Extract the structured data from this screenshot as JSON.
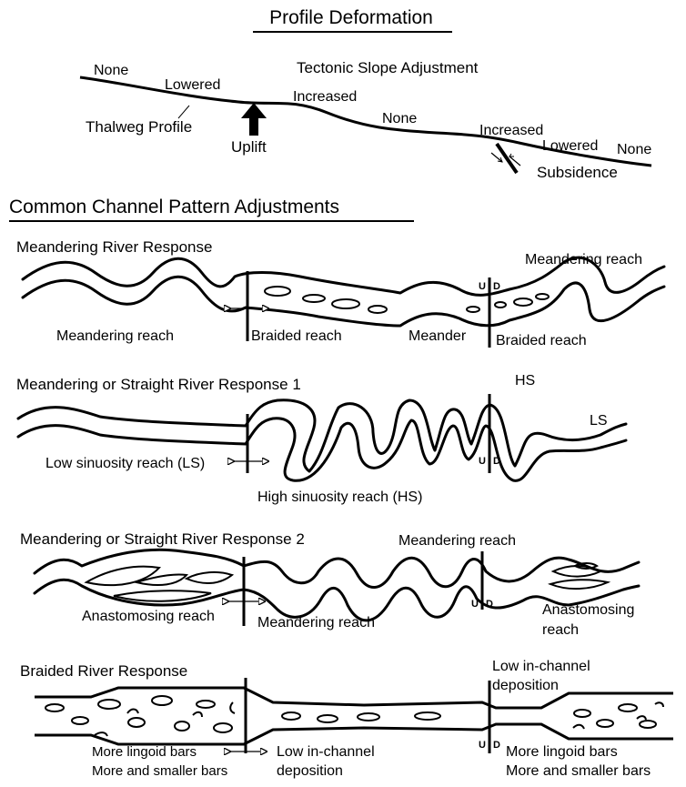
{
  "profile": {
    "heading": "Profile Deformation",
    "labels": {
      "none_left": "None",
      "lowered_left": "Lowered",
      "tectonic_slope": "Tectonic Slope Adjustment",
      "increased_mid": "Increased",
      "thalweg": "Thalweg Profile",
      "uplift": "Uplift",
      "none_mid": "None",
      "increased_right": "Increased",
      "lowered_right": "Lowered",
      "none_right": "None",
      "subsidence": "Subsidence"
    }
  },
  "channel_section": {
    "heading": "Common Channel Pattern Adjustments"
  },
  "panels": {
    "meandering": {
      "title": "Meandering River Response",
      "labels": {
        "meandering_reach_left": "Meandering reach",
        "braided_reach_left": "Braided reach",
        "meander": "Meander",
        "braided_reach_right": "Braided reach",
        "meandering_reach_right": "Meandering reach"
      },
      "fault_u": "U",
      "fault_d": "D"
    },
    "straight1": {
      "title": "Meandering or Straight River Response 1",
      "labels": {
        "low_sinuosity": "Low sinuosity reach (LS)",
        "high_sinuosity": "High sinuosity reach (HS)",
        "hs": "HS",
        "ls": "LS"
      },
      "fault_u": "U",
      "fault_d": "D"
    },
    "straight2": {
      "title": "Meandering or Straight River Response 2",
      "labels": {
        "meandering_reach_top": "Meandering reach",
        "anastomosing_left": "Anastomosing reach",
        "meandering_reach_bottom": "Meandering reach",
        "anastomosing_right_1": "Anastomosing",
        "anastomosing_right_2": "reach"
      },
      "fault_u": "U",
      "fault_d": "D"
    },
    "braided": {
      "title": "Braided River Response",
      "labels": {
        "low_deposition_top_1": "Low in-channel",
        "low_deposition_top_2": "deposition",
        "lingoid_left": "More lingoid bars",
        "smaller_left": "More and smaller bars",
        "low_deposition_bottom_1": "Low in-channel",
        "low_deposition_bottom_2": "deposition",
        "lingoid_right": "More lingoid bars",
        "smaller_right": "More and smaller bars"
      },
      "fault_u": "U",
      "fault_d": "D"
    }
  }
}
